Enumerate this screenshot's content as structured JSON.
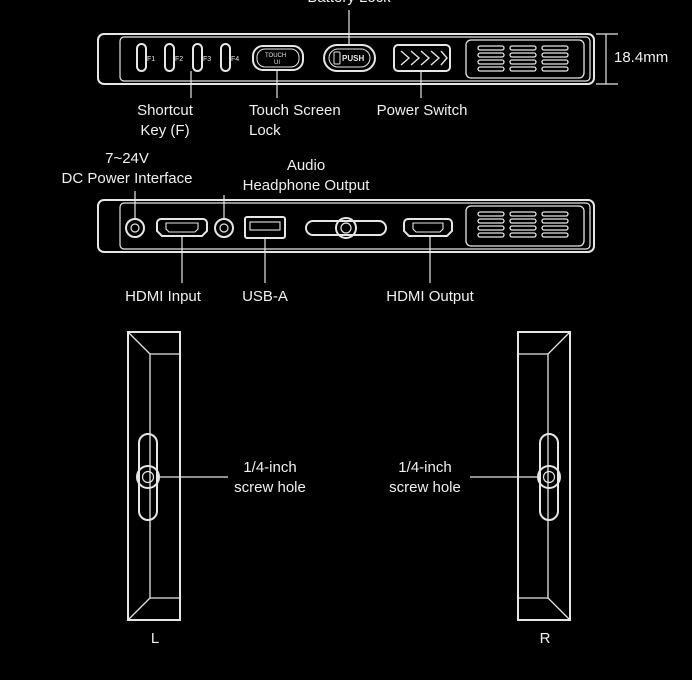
{
  "top_view": {
    "label_battery_lock": "Battery Lock",
    "dimension": "18.4mm",
    "keys": [
      "F1",
      "F2",
      "F3",
      "F4"
    ],
    "touch_button_line1": "TOUCH",
    "touch_button_line2": "UI",
    "push_button": "PUSH",
    "label_shortcut_line1": "Shortcut",
    "label_shortcut_line2": "Key (F)",
    "label_touch_line1": "Touch Screen",
    "label_touch_line2": "Lock",
    "label_power": "Power Switch"
  },
  "bottom_view": {
    "label_dc_line1": "7~24V",
    "label_dc_line2": "DC Power Interface",
    "label_audio_line1": "Audio",
    "label_audio_line2": "Headphone Output",
    "label_hdmi_in": "HDMI Input",
    "label_usb": "USB-A",
    "label_hdmi_out": "HDMI Output"
  },
  "side_views": {
    "left_screw_line1": "1/4-inch",
    "left_screw_line2": "screw hole",
    "right_screw_line1": "1/4-inch",
    "right_screw_line2": "screw hole",
    "left_label": "L",
    "right_label": "R"
  },
  "colors": {
    "background": "#000000",
    "stroke": "#e6e6e6",
    "text": "#f0f0f0"
  }
}
